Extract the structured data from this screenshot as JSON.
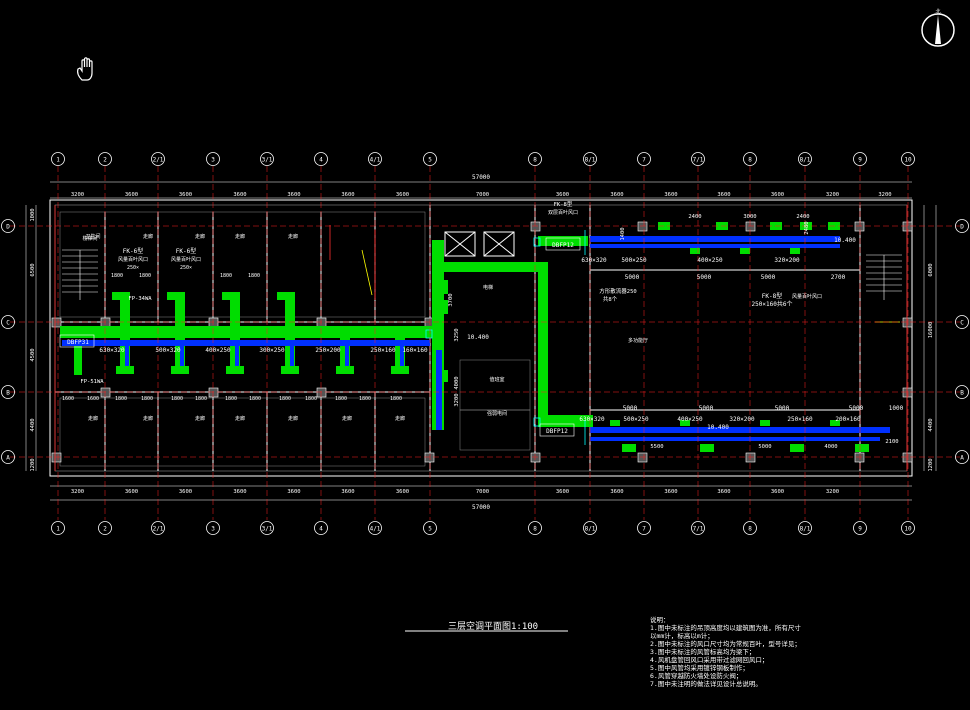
{
  "title": "三层空调平面图1:100",
  "compass_label": "北",
  "grid_columns": [
    "1",
    "2",
    "2/1",
    "3",
    "3/1",
    "4",
    "4/1",
    "5",
    "8",
    "8/1",
    "7",
    "7/1",
    "8",
    "8/1",
    "9",
    "10"
  ],
  "grid_rows": [
    "D",
    "C",
    "B",
    "A"
  ],
  "total_dim": "57000",
  "top_dims": [
    "3200",
    "3600",
    "3600",
    "3600",
    "3600",
    "3600",
    "3600",
    "7000",
    "3600",
    "3600",
    "3600",
    "3600",
    "3600",
    "3200"
  ],
  "bottom_dims": [
    "3200",
    "3600",
    "3600",
    "3600",
    "3600",
    "3600",
    "3600",
    "7000",
    "3600",
    "3600",
    "3600",
    "3600",
    "3600",
    "3200"
  ],
  "left_dims": [
    "1000",
    "6500",
    "4500",
    "4400",
    "1200"
  ],
  "right_dims": [
    "6000",
    "16000",
    "4400",
    "1200"
  ],
  "room_labels": [
    "走廊",
    "卫生间",
    "走廊",
    "多功能厅",
    "楼梯间",
    "电梯",
    "值班室",
    "强弱电间"
  ],
  "equipment": {
    "dbfp_left": "DBFP31",
    "dbfp_top": "DBFP12",
    "dbfp_bottom": "DBFP12",
    "fp_left": "FP-34WA",
    "fp_left2": "FP-51WA",
    "fk_labels": [
      "FK-6型",
      "FK-6型",
      "FK-8型"
    ],
    "fk_sub": [
      "风量百叶风口",
      "风量百叶风口",
      "风量百叶风口"
    ],
    "fk_size": "250×160共6个",
    "fk_top": "FK-8型",
    "fk_top_sub": "双层百叶风口",
    "diffuser": "方形散流器250",
    "diffuser_qty": "共8个",
    "size_250": "250×",
    "size_1800": "1800",
    "size_1600": "1600"
  },
  "duct_sizes_left": [
    "630×320",
    "500×320",
    "400×250",
    "300×250",
    "250×200",
    "250×160",
    "160×160"
  ],
  "duct_sizes_top": [
    "630×320",
    "500×250",
    "400×250",
    "320×200"
  ],
  "duct_sizes_bottom": [
    "630×320",
    "500×250",
    "400×250",
    "320×200",
    "250×160",
    "200×160"
  ],
  "duct_lengths_top": [
    "5000",
    "5000",
    "5000",
    "2700"
  ],
  "duct_lengths_bottom": [
    "5000",
    "5000",
    "5000",
    "5000",
    "1000"
  ],
  "elevations": [
    "10.400",
    "10.400",
    "10.400"
  ],
  "misc_dims": [
    "2400",
    "3000",
    "2400",
    "5500",
    "5000",
    "4000",
    "2100",
    "2480",
    "1400",
    "3250",
    "3200",
    "4000",
    "3700"
  ],
  "notes": [
    "说明：",
    "1.图中未标注的吊顶高度均以建筑图为准，所有尺寸",
    "  以mm计，标高以m计；",
    "2.图中未标注的风口尺寸均为常规百叶，型号详见；",
    "3.图中未标注的风管标高均为梁下；",
    "4.风机盘管回风口采用带过滤网回风口；",
    "5.图中风管均采用镀锌钢板制作；",
    "6.风管穿越防火墙处设防火阀；",
    "7.图中未注明的做法详见设计总说明。"
  ],
  "colors": {
    "background": "#000000",
    "duct_green": "#00ff00",
    "duct_blue": "#0000ff",
    "wall": "#ffffff",
    "grid_red": "#ff0000",
    "yellow": "#ffff00",
    "cyan": "#00ffff"
  },
  "icons": [
    "pan-hand-icon",
    "north-arrow-icon"
  ]
}
